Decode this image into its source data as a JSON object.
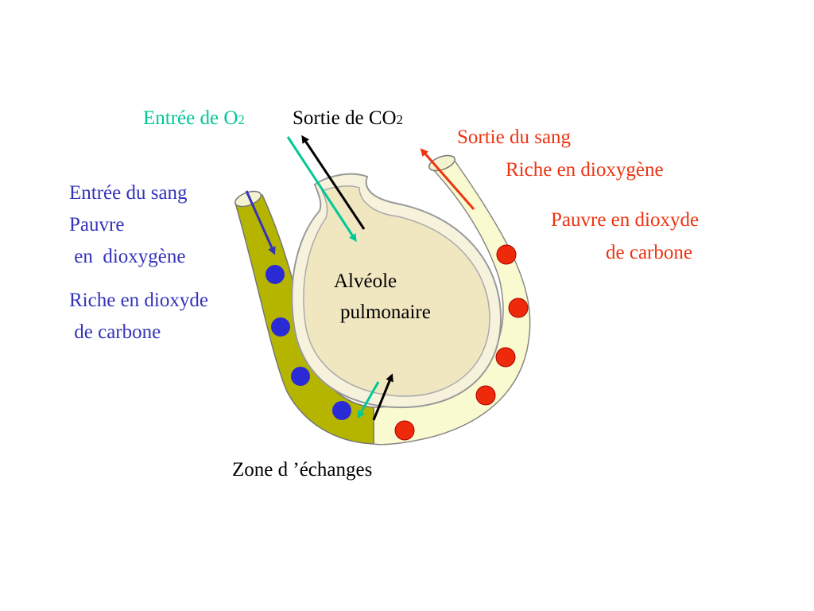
{
  "labels": {
    "o2_in": {
      "main": "Entrée de O",
      "sub": "2"
    },
    "co2_out": {
      "main": "Sortie de CO",
      "sub": "2"
    },
    "blood_in": [
      "Entrée du sang",
      "Pauvre",
      " en  dioxygène",
      "Riche en dioxyde",
      " de carbone"
    ],
    "blood_out": [
      "Sortie du sang",
      "Riche en dioxygène",
      "Pauvre en dioxyde",
      "de carbone"
    ],
    "alveole": [
      "Alvéole",
      "pulmonaire"
    ],
    "exchange_zone": "Zone d ’échanges"
  },
  "colors": {
    "o2": "#00c896",
    "co2": "#000000",
    "blood_in": "#3333bb",
    "blood_out": "#ee3311",
    "deoxy_vessel": "#b5b500",
    "oxy_vessel": "#fafad0",
    "alveole": "#f0e6c0",
    "blue_cell": "#2b2bd6",
    "red_cell": "#ee2a0a"
  }
}
